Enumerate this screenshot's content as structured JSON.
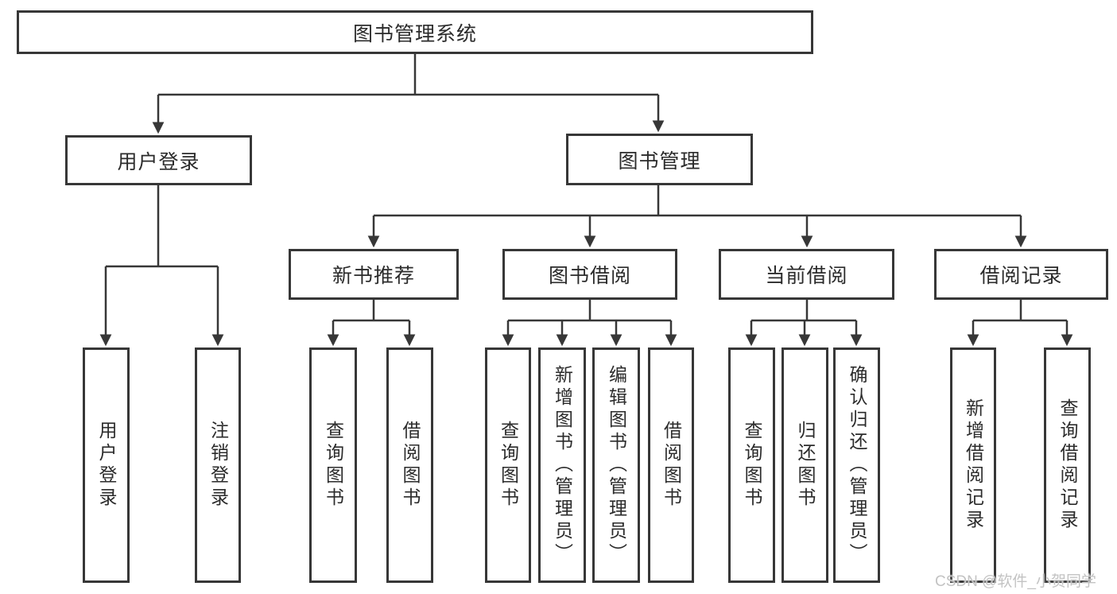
{
  "diagram_title": "图书管理系统",
  "colors": {
    "line": "#373737",
    "box_border": "#373737",
    "box_fill": "#ffffff",
    "text": "#2b2b2b",
    "watermark_text": "#c3c3c3"
  },
  "tree": {
    "root": {
      "label": "图书管理系统"
    },
    "level2": [
      {
        "label": "用户登录",
        "children": [
          "用户登录",
          "注销登录"
        ]
      },
      {
        "label": "图书管理",
        "children": [
          {
            "label": "新书推荐",
            "children": [
              "查询图书",
              "借阅图书"
            ]
          },
          {
            "label": "图书借阅",
            "children": [
              "查询图书",
              "新增图书（管理员）",
              "编辑图书（管理员）",
              "借阅图书"
            ]
          },
          {
            "label": "当前借阅",
            "children": [
              "查询图书",
              "归还图书",
              "确认归还（管理员）"
            ]
          },
          {
            "label": "借阅记录",
            "children": [
              "新增借阅记录",
              "查询借阅记录"
            ]
          }
        ]
      }
    ]
  },
  "watermark": "CSDN @软件_小贺同学"
}
